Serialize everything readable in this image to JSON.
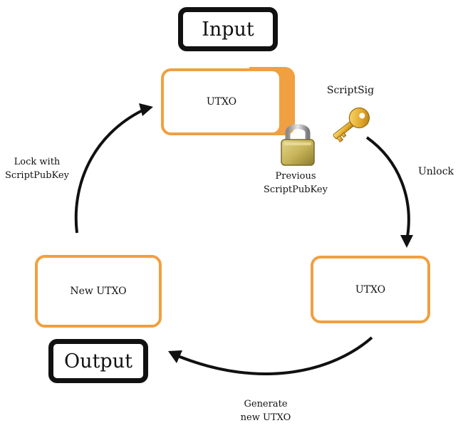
{
  "labels": {
    "input": "Input",
    "output": "Output",
    "utxo_top": "UTXO",
    "utxo_right": "UTXO",
    "new_utxo": "New UTXO",
    "scriptsig": "ScriptSig",
    "previous_line1": "Previous",
    "previous_line2": "ScriptPubKey",
    "unlock": "Unlock",
    "lock_line1": "Lock with",
    "lock_line2": "ScriptPubKey",
    "generate_line1": "Generate",
    "generate_line2": "new UTXO"
  },
  "icons": {
    "padlock": "padlock-icon",
    "key": "key-icon"
  },
  "colors": {
    "box_border": "#f0a040",
    "frame": "#111111"
  }
}
